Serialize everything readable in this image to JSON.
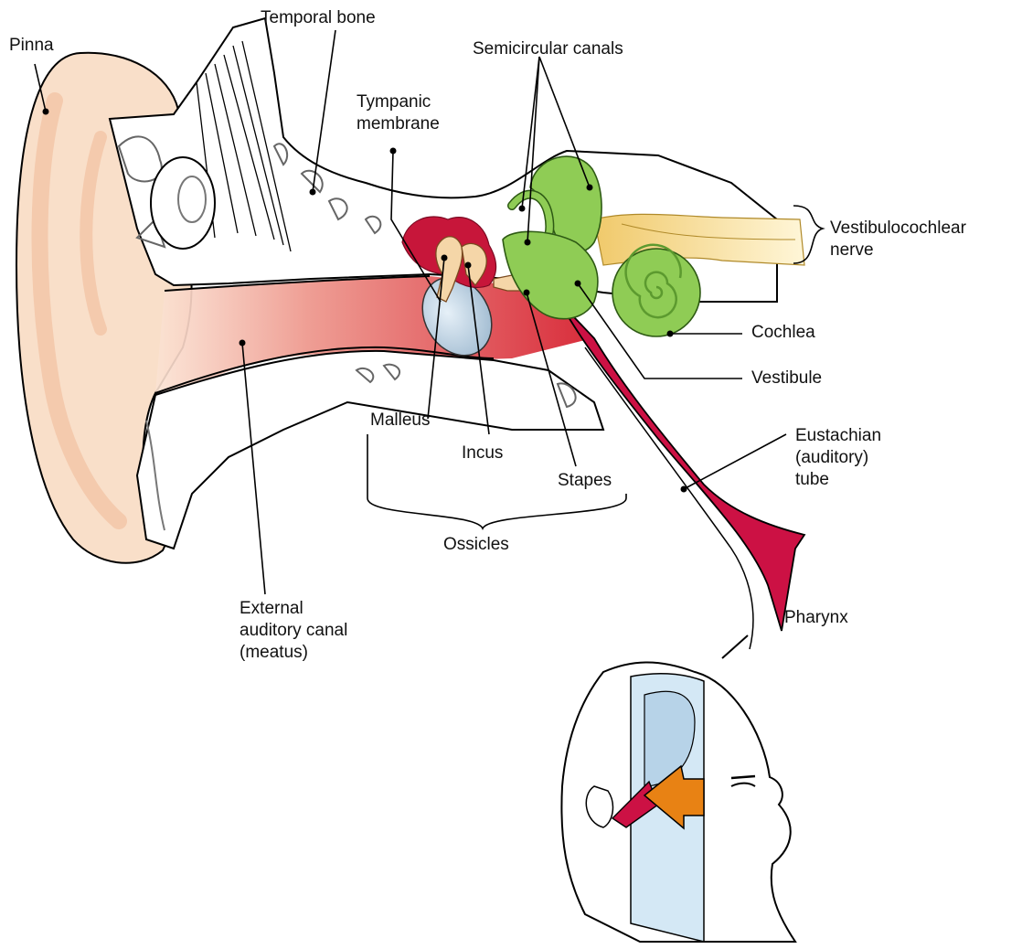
{
  "labels": {
    "pinna": "Pinna",
    "temporal_bone": "Temporal bone",
    "semicircular_canals": "Semicircular canals",
    "tympanic_membrane": "Tympanic\nmembrane",
    "vestibulocochlear_nerve": "Vestibulocochlear\nnerve",
    "cochlea": "Cochlea",
    "vestibule": "Vestibule",
    "eustachian_tube": "Eustachian\n(auditory)\ntube",
    "malleus": "Malleus",
    "incus": "Incus",
    "stapes": "Stapes",
    "ossicles": "Ossicles",
    "pharynx": "Pharynx",
    "external_auditory_canal": "External\nauditory canal\n(meatus)"
  },
  "colors": {
    "skin": "#f9dfc9",
    "skin_shade": "#f3c9ae",
    "canal_red": "#d9333f",
    "tube_crimson": "#cc1144",
    "inner_ear_green": "#8fcc55",
    "nerve_yellow": "#f4d98a",
    "tympanic_blue": "#b9cfe0",
    "ossicle_tan": "#f5d6a8",
    "arrow_orange": "#e88214",
    "head_section_blue": "#d4e8f5"
  }
}
